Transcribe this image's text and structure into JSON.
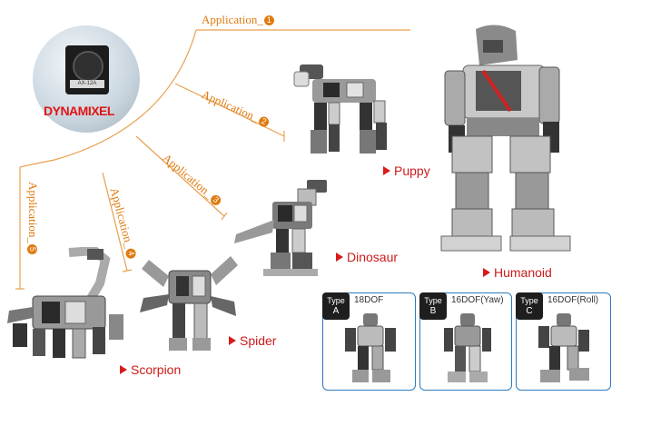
{
  "logo": {
    "brand": "DYNAMIXEL",
    "servo_label": "AX-12A"
  },
  "applications": [
    {
      "label": "Application_",
      "num": "1"
    },
    {
      "label": "Application_",
      "num": "2"
    },
    {
      "label": "Application_",
      "num": "3"
    },
    {
      "label": "Application_",
      "num": "4"
    },
    {
      "label": "Application_",
      "num": "5"
    }
  ],
  "captions": {
    "puppy": "Puppy",
    "dinosaur": "Dinosaur",
    "humanoid": "Humanoid",
    "spider": "Spider",
    "scorpion": "Scorpion"
  },
  "types": [
    {
      "word": "Type",
      "letter": "A",
      "dof": "18DOF"
    },
    {
      "word": "Type",
      "letter": "B",
      "dof": "16DOF(Yaw)"
    },
    {
      "word": "Type",
      "letter": "C",
      "dof": "16DOF(Roll)"
    }
  ],
  "colors": {
    "accent": "#e07a10",
    "caption": "#cc1a1a",
    "box_border": "#2b7ac0"
  }
}
